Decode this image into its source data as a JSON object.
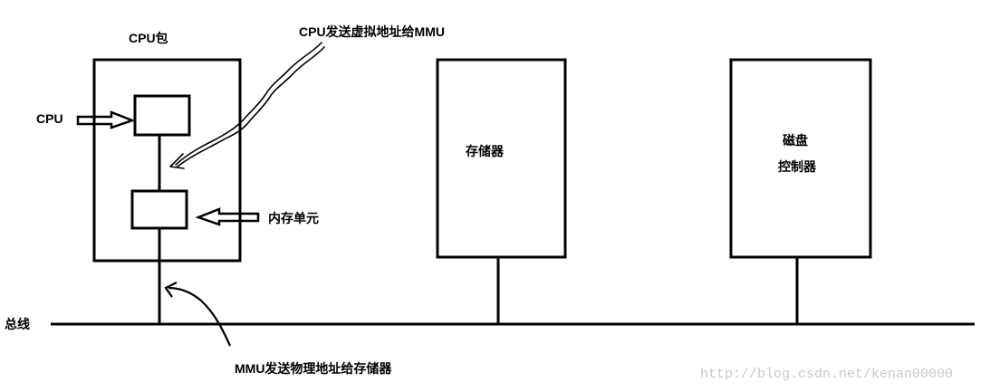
{
  "labels": {
    "cpu_package": "CPU包",
    "cpu": "CPU",
    "cpu_to_mmu": "CPU发送虚拟地址给MMU",
    "memory_unit": "内存单元",
    "mmu_to_memory": "MMU发送物理地址给存储器",
    "bus": "总线",
    "memory": "存储器",
    "disk_line1": "磁盘",
    "disk_line2": "控制器"
  },
  "watermark": "http://blog.csdn.net/kenan00000"
}
